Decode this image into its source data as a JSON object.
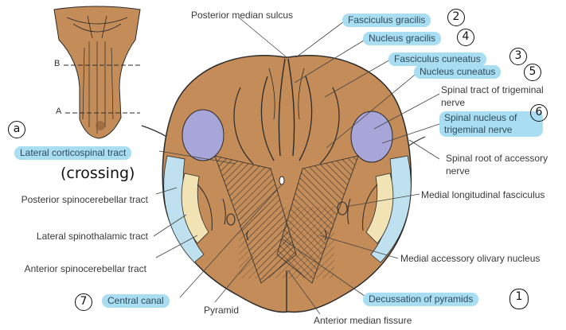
{
  "labels": {
    "posterior_median_sulcus": "Posterior median sulcus",
    "fasciculus_gracilis": "Fasciculus gracilis",
    "nucleus_gracilis": "Nucleus gracilis",
    "fasciculus_cuneatus": "Fasciculus cuneatus",
    "nucleus_cuneatus": "Nucleus cuneatus",
    "spinal_tract_trigeminal": "Spinal tract of trigeminal nerve",
    "spinal_nucleus_trigeminal": "Spinal nucleus of trigeminal nerve",
    "spinal_root_accessory": "Spinal root of accessory nerve",
    "medial_longitudinal_fasciculus": "Medial longitudinal fasciculus",
    "medial_accessory_olivary": "Medial accessory olivary nucleus",
    "decussation_of_pyramids": "Decussation of pyramids",
    "anterior_median_fissure": "Anterior median fissure",
    "pyramid": "Pyramid",
    "central_canal": "Central canal",
    "anterior_spinocerebellar": "Anterior spinocerebellar tract",
    "lateral_spinothalamic": "Lateral spinothalamic tract",
    "posterior_spinocerebellar": "Posterior spinocerebellar tract",
    "lateral_corticospinal": "Lateral corticospinal tract"
  },
  "inset": {
    "level_b": "B",
    "level_a": "A"
  },
  "annotations": {
    "a": "a",
    "crossing": "(crossing)",
    "n1": "1",
    "n2": "2",
    "n3": "3",
    "n4": "4",
    "n5": "5",
    "n6": "6",
    "n7": "7"
  },
  "colors": {
    "tissue": "#c48c58",
    "outline": "#2b2b2b",
    "nucleus": "#a8a6d8",
    "tract_blue": "#bfe0ee",
    "tract_cream": "#f2e3b4",
    "highlight": "#a9def2"
  }
}
